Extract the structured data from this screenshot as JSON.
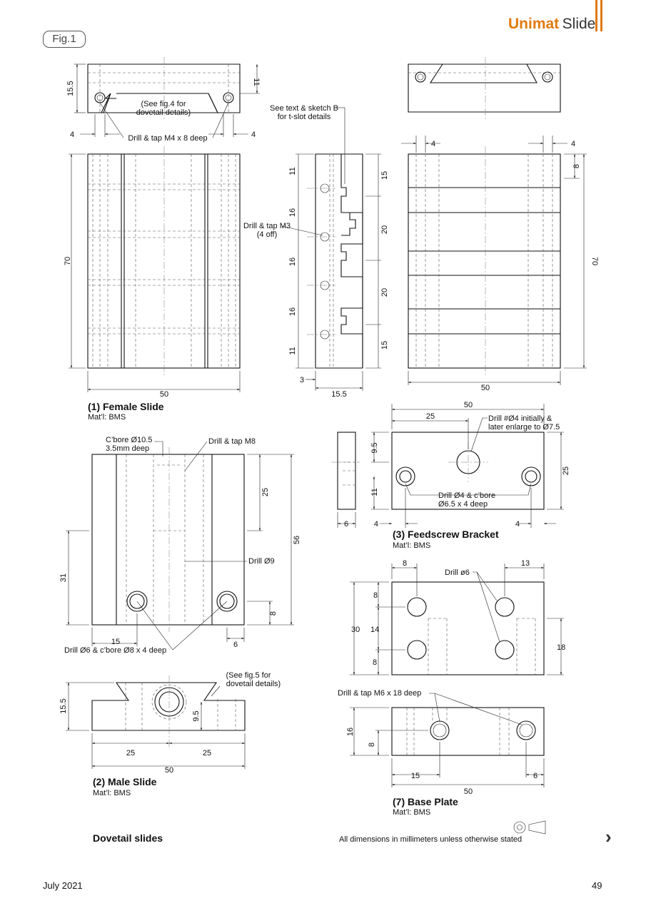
{
  "header": {
    "brand": "Unimat",
    "sub": "Slide",
    "accent": "#e07a10"
  },
  "fig_label": "Fig.1",
  "female": {
    "title": "(1) Female Slide",
    "material": "Mat’l: BMS",
    "note_dovetail": [
      "(See fig.4 for",
      "dovetail details)"
    ],
    "note_drill": "Drill & tap M4 x 8 deep",
    "dims": {
      "h": "15.5",
      "d11": "11",
      "d4a": "4",
      "d4b": "4",
      "len": "70",
      "width": "50",
      "d4c": "4",
      "d4d": "4",
      "d8": "8",
      "len2": "70",
      "w2": "50"
    }
  },
  "tslot": {
    "note_tslot": [
      "See text & sketch B",
      "for t-slot details"
    ],
    "note_drill": [
      "Drill & tap M3",
      "(4 off)"
    ],
    "dims": {
      "a": "11",
      "b": "16",
      "c": "16",
      "d": "16",
      "e": "11",
      "f": "15",
      "g": "20",
      "h": "20",
      "i": "15",
      "three": "3",
      "w": "15.5"
    }
  },
  "male": {
    "title": "(2) Male Slide",
    "material": "Mat’l: BMS",
    "note_cbore": [
      "C’bore Ø10.5",
      "3.5mm deep"
    ],
    "note_tap": "Drill & tap M8",
    "note_drill9": "Drill Ø9",
    "note_drill6": "Drill Ø6 & c’bore Ø8 x 4 deep",
    "note_dovetail": [
      "(See fig.5 for",
      "dovetail details)"
    ],
    "dims": {
      "d25": "25",
      "d56": "56",
      "d31": "31",
      "d8": "8",
      "d15": "15",
      "d6": "6",
      "h": "15.5",
      "d95": "9.5",
      "da": "25",
      "db": "25",
      "w": "50"
    }
  },
  "bracket": {
    "title": "(3) Feedscrew Bracket",
    "material": "Mat’l: BMS",
    "note_top": [
      "Drill #Ø4 initially &",
      "later enlarge to Ø7.5"
    ],
    "note_bot": [
      "Drill Ø4 & c’bore",
      "Ø6.5 x 4 deep"
    ],
    "dims": {
      "w": "50",
      "d25": "25",
      "d95": "9.5",
      "d11": "11",
      "h": "25",
      "d6": "6",
      "d4a": "4",
      "d4b": "4"
    }
  },
  "base": {
    "title": "(7) Base Plate",
    "material": "Mat’l: BMS",
    "note_drill6": "Drill ø6",
    "note_tap": "Drill & tap M6 x 18 deep",
    "dims": {
      "d8": "8",
      "d13": "13",
      "d8b": "8",
      "d30": "30",
      "d14": "14",
      "d8c": "8",
      "d18": "18",
      "d16": "16",
      "d8d": "8",
      "d15": "15",
      "d6": "6",
      "w": "50"
    }
  },
  "footer": {
    "section": "Dovetail slides",
    "note": "All dimensions in millimeters unless otherwise stated",
    "arrow": "›",
    "date": "July 2021",
    "page": "49"
  }
}
